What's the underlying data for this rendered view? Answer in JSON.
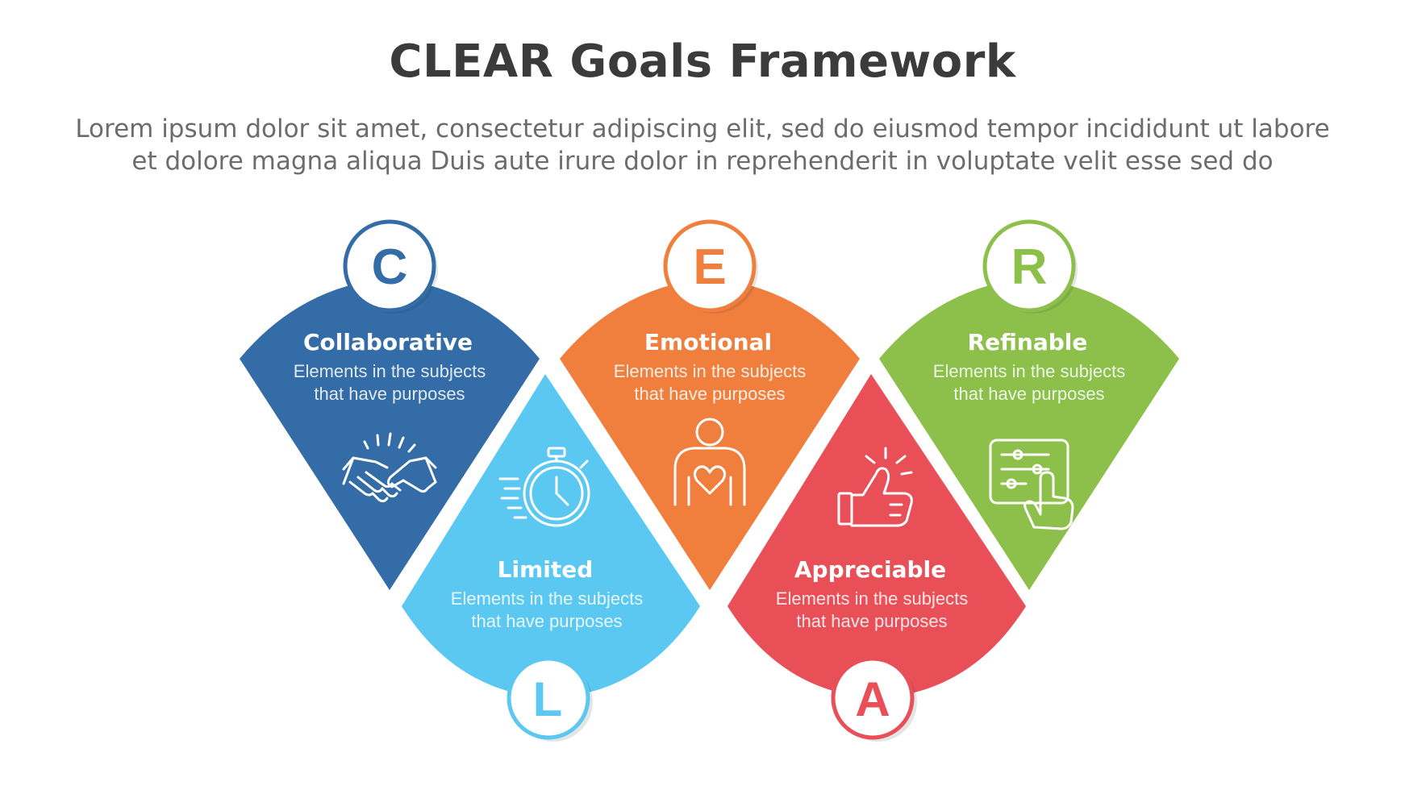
{
  "title": "CLEAR Goals Framework",
  "subtitle": [
    "Lorem ipsum dolor sit amet, consectetur adipiscing elit, sed do eiusmod tempor incididunt ut labore",
    "et dolore magna aliqua Duis aute irure dolor in reprehenderit in voluptate velit esse sed do"
  ],
  "items": [
    {
      "letter": "C",
      "title": "Collaborative",
      "desc": [
        "Elements in the subjects",
        "that have purposes"
      ],
      "color": "#336ca6",
      "icon": "handshake-icon"
    },
    {
      "letter": "L",
      "title": "Limited",
      "desc": [
        "Elements in the subjects",
        "that have purposes"
      ],
      "color": "#5bc8f1",
      "icon": "stopwatch-icon"
    },
    {
      "letter": "E",
      "title": "Emotional",
      "desc": [
        "Elements in the subjects",
        "that have purposes"
      ],
      "color": "#f07f3e",
      "icon": "person-heart-icon"
    },
    {
      "letter": "A",
      "title": "Appreciable",
      "desc": [
        "Elements in the subjects",
        "that have purposes"
      ],
      "color": "#e84f57",
      "icon": "thumbs-up-icon"
    },
    {
      "letter": "R",
      "title": "Refinable",
      "desc": [
        "Elements in the subjects",
        "that have purposes"
      ],
      "color": "#8cc04a",
      "icon": "settings-panel-icon"
    }
  ]
}
